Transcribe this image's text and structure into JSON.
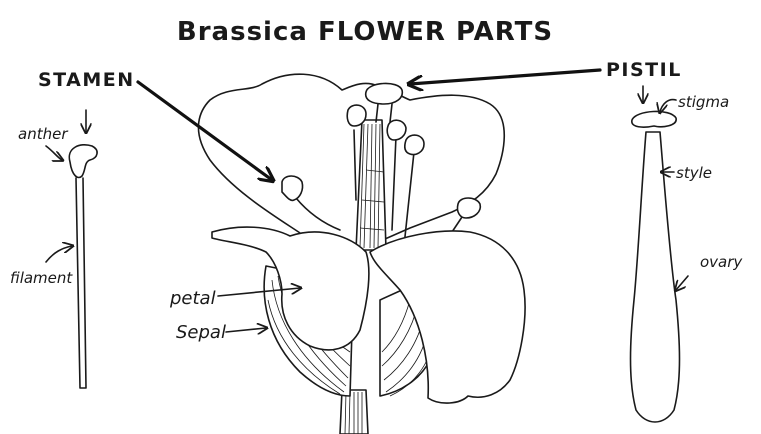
{
  "title": "Brassica FLOWER PARTS",
  "labels": {
    "stamen": "STAMEN",
    "pistil": "PISTIL",
    "anther": "anther",
    "filament": "filament",
    "stigma": "stigma",
    "style": "style",
    "ovary": "ovary",
    "petal": "petal",
    "sepal": "Sepal"
  }
}
